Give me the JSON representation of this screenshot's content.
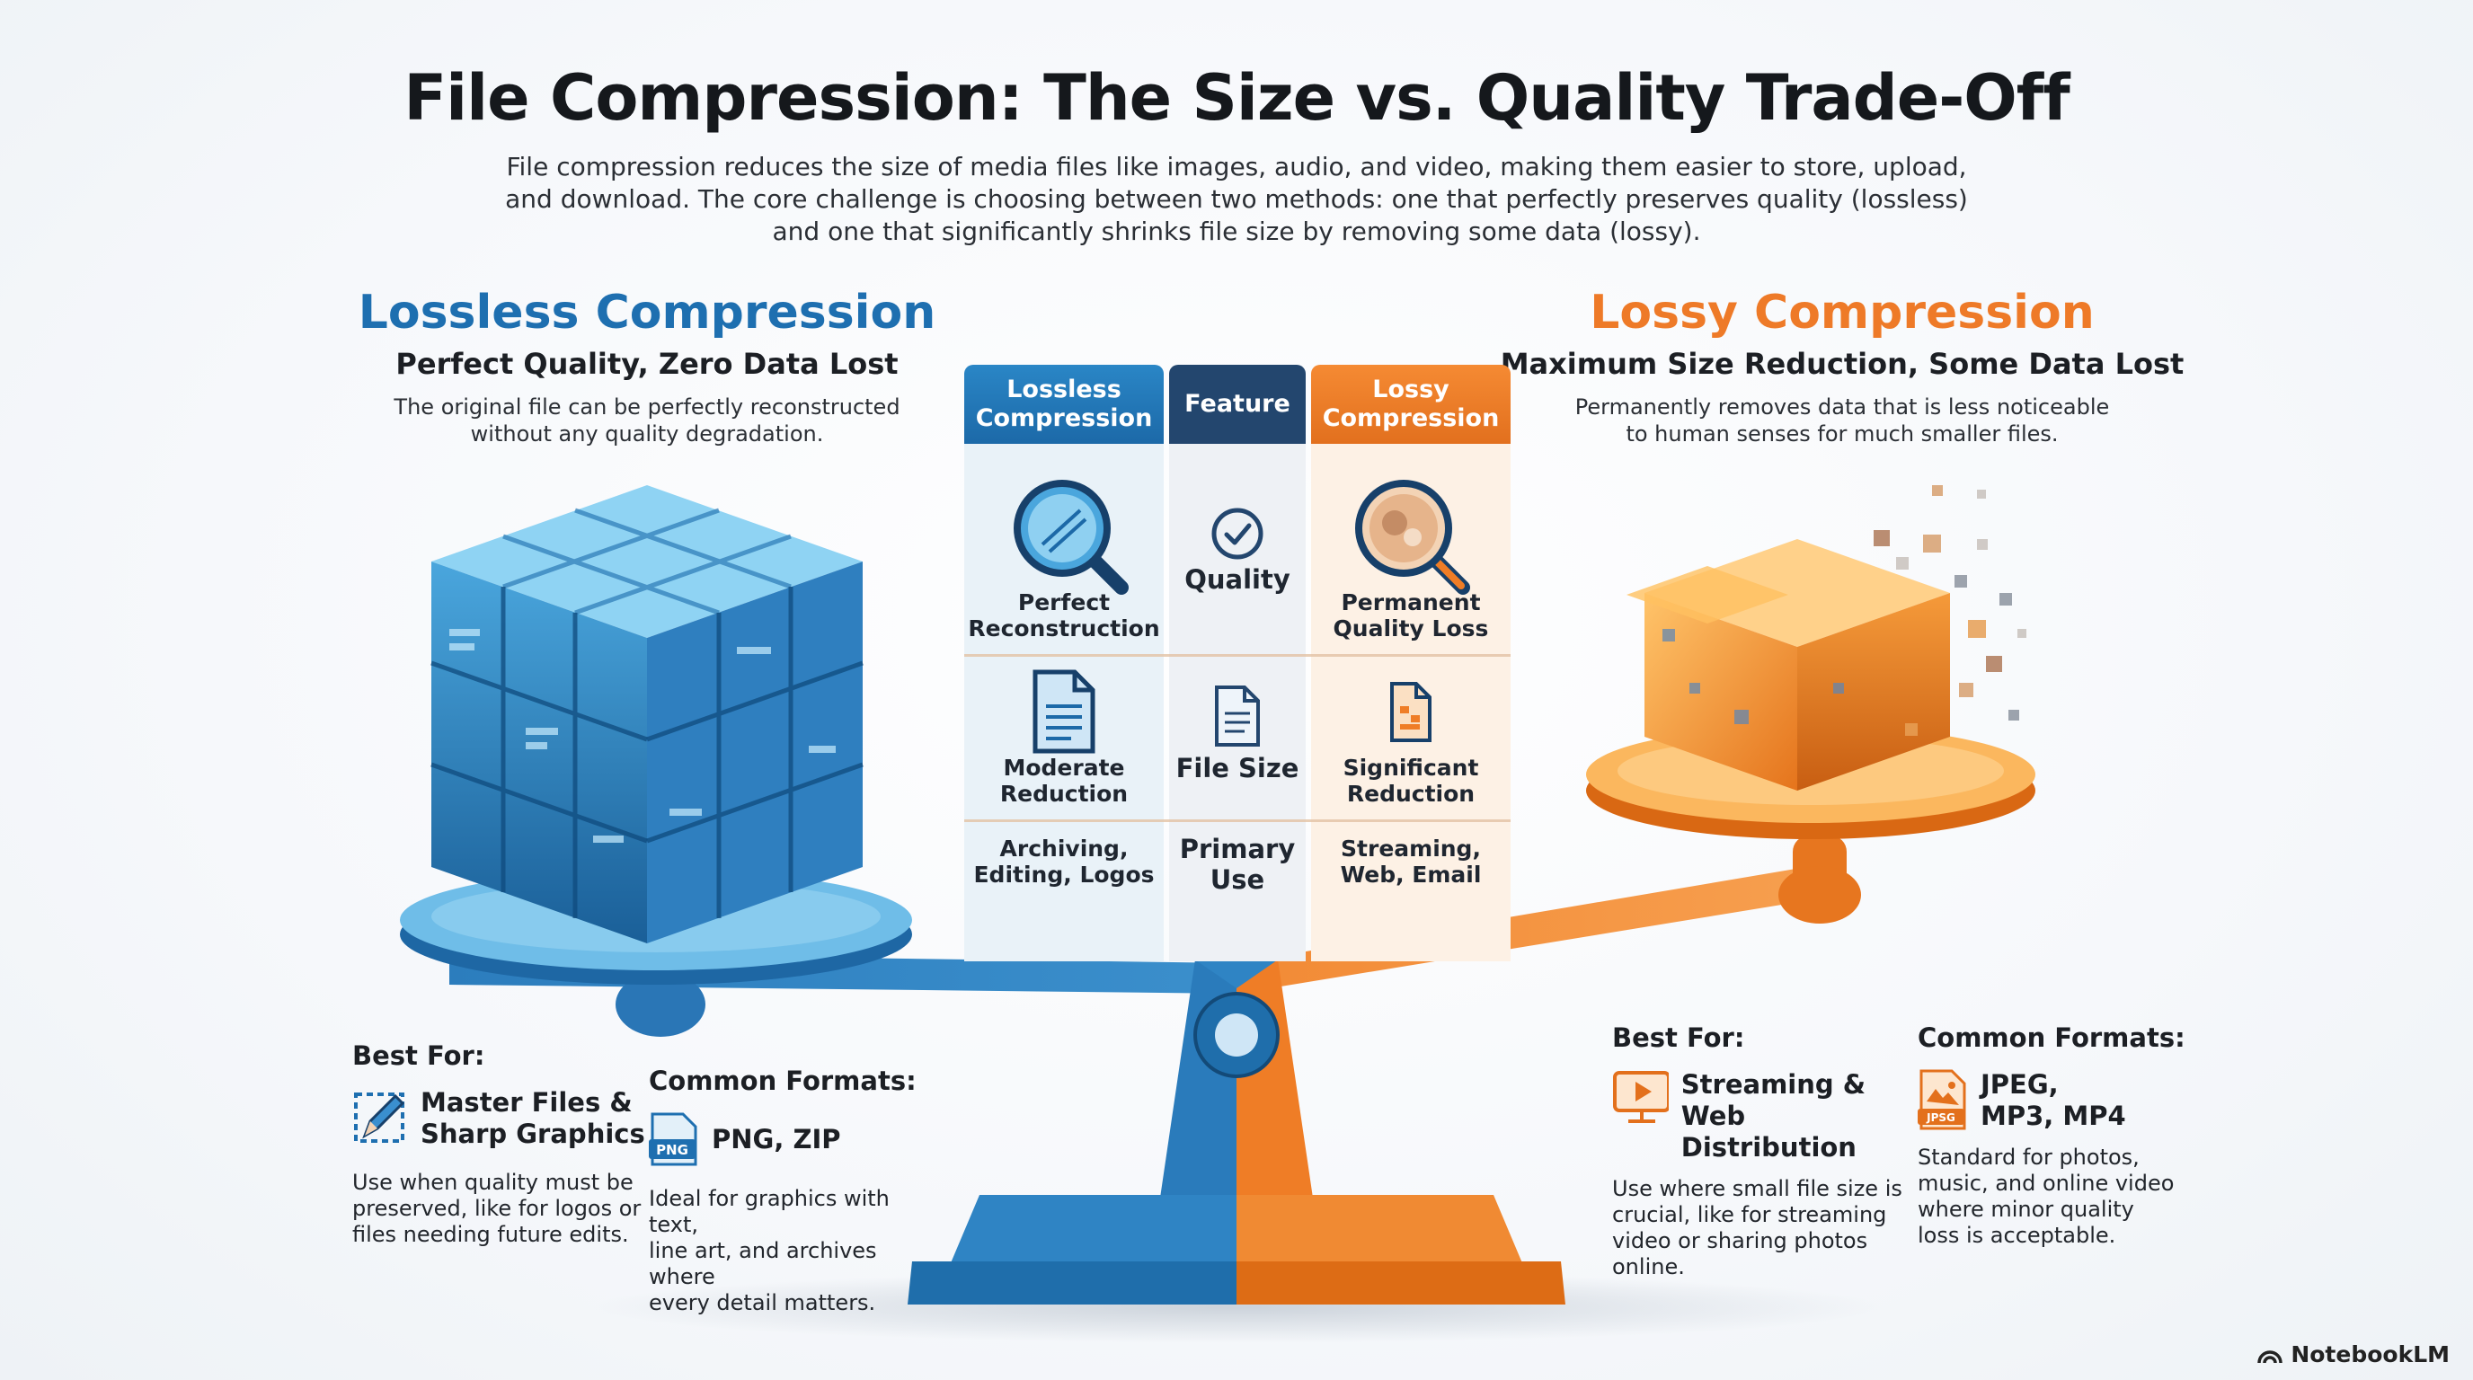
{
  "title": "File Compression: The Size vs. Quality Trade-Off",
  "intro": [
    "File compression reduces the size of media files like images, audio, and video, making them easier to store, upload,",
    "and download. The core challenge is choosing between two methods: one that perfectly preserves quality (lossless)",
    "and one that significantly shrinks file size by removing some data (lossy)."
  ],
  "lossless": {
    "title": "Lossless Compression",
    "subtitle": "Perfect Quality, Zero Data Lost",
    "description": [
      "The original file can be perfectly reconstructed",
      "without any quality degradation."
    ],
    "best_for_label": "Best For:",
    "best_for_item": [
      "Master Files &",
      "Sharp Graphics"
    ],
    "best_for_desc": [
      "Use when quality must be",
      "preserved, like for logos or",
      "files needing future edits."
    ],
    "formats_label": "Common Formats:",
    "formats_icon_text": "PNG",
    "formats_item": "PNG, ZIP",
    "formats_desc": [
      "Ideal for graphics with text,",
      "line art, and archives where",
      "every detail matters."
    ]
  },
  "lossy": {
    "title": "Lossy Compression",
    "subtitle": "Maximum Size Reduction, Some Data Lost",
    "description": [
      "Permanently removes data that is less noticeable",
      "to human senses for much smaller files."
    ],
    "best_for_label": "Best For:",
    "best_for_item": [
      "Streaming &",
      "Web Distribution"
    ],
    "best_for_desc": [
      "Use where small file size is",
      "crucial, like for streaming",
      "video or sharing photos",
      "online."
    ],
    "formats_label": "Common Formats:",
    "formats_icon_text": "JPSG",
    "formats_item": [
      "JPEG,",
      "MP3, MP4"
    ],
    "formats_desc": [
      "Standard for photos,",
      "music, and online video",
      "where minor quality",
      "loss is acceptable."
    ]
  },
  "table": {
    "headers": {
      "lossless": [
        "Lossless",
        "Compression"
      ],
      "feature": "Feature",
      "lossy": [
        "Lossy",
        "Compression"
      ]
    },
    "rows": [
      {
        "feature": "Quality",
        "lossless": [
          "Perfect",
          "Reconstruction"
        ],
        "lossy": [
          "Permanent",
          "Quality Loss"
        ]
      },
      {
        "feature": "File Size",
        "lossless": [
          "Moderate",
          "Reduction"
        ],
        "lossy": [
          "Significant",
          "Reduction"
        ]
      },
      {
        "feature": [
          "Primary",
          "Use"
        ],
        "lossless": [
          "Archiving,",
          "Editing, Logos"
        ],
        "lossy": [
          "Streaming,",
          "Web, Email"
        ]
      }
    ]
  },
  "brand": "NotebookLM",
  "colors": {
    "lossless": "#1e6fb0",
    "feature": "#23466e",
    "lossy": "#ee7a28"
  }
}
